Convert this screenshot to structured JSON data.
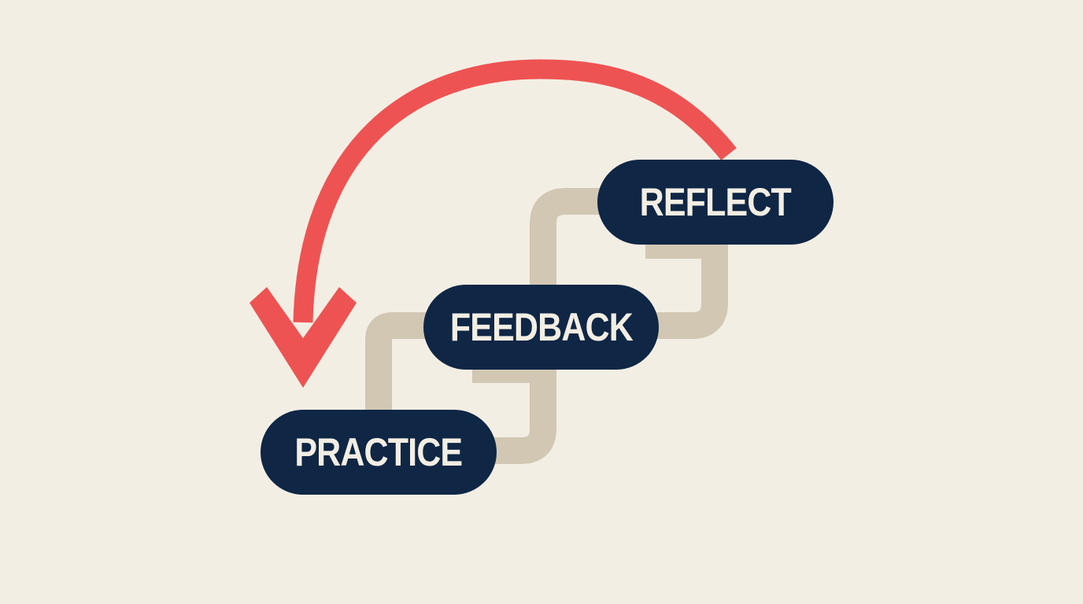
{
  "colors": {
    "background": "#f3eee3",
    "pill": "#0f2645",
    "pill_text": "#f3eee3",
    "connector": "#d2c7b3",
    "arrow": "#ee5353"
  },
  "steps": [
    {
      "label": "PRACTICE"
    },
    {
      "label": "FEEDBACK"
    },
    {
      "label": "REFLECT"
    }
  ],
  "arrow": {
    "direction": "from REFLECT back to PRACTICE"
  }
}
